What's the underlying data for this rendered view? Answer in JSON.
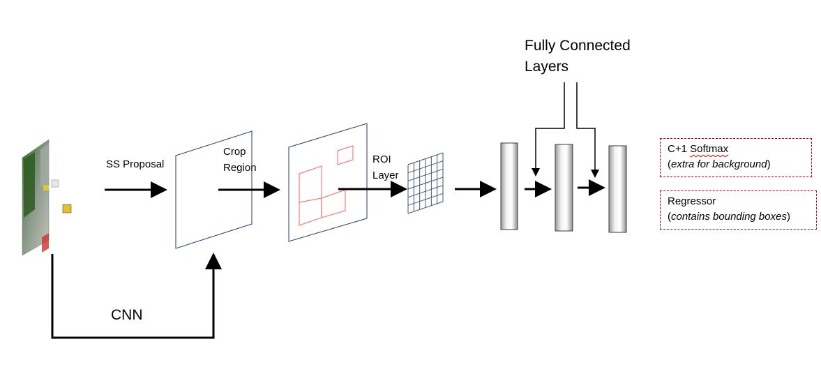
{
  "labels": {
    "ss_proposal": "SS Proposal",
    "crop_line1": "Crop",
    "crop_line2": "Region",
    "roi_line1": "ROI",
    "roi_line2": "Layer",
    "fc_line1": "Fully Connected",
    "fc_line2": "Layers",
    "cnn": "CNN"
  },
  "outputs": {
    "softmax": {
      "prefix": "C+1 ",
      "word": "Softmax",
      "note_open": "(",
      "note": "extra for background",
      "note_close": ")"
    },
    "regressor": {
      "title": "Regressor",
      "note_open": "(",
      "note": "contains bounding boxes",
      "note_close": ")"
    }
  },
  "colors": {
    "frame_stroke": "#1f3864",
    "roi_box_stroke": "#f08080",
    "grid_stroke": "#44546a",
    "dashed_box": "#c0000a",
    "arrow": "#000000"
  }
}
